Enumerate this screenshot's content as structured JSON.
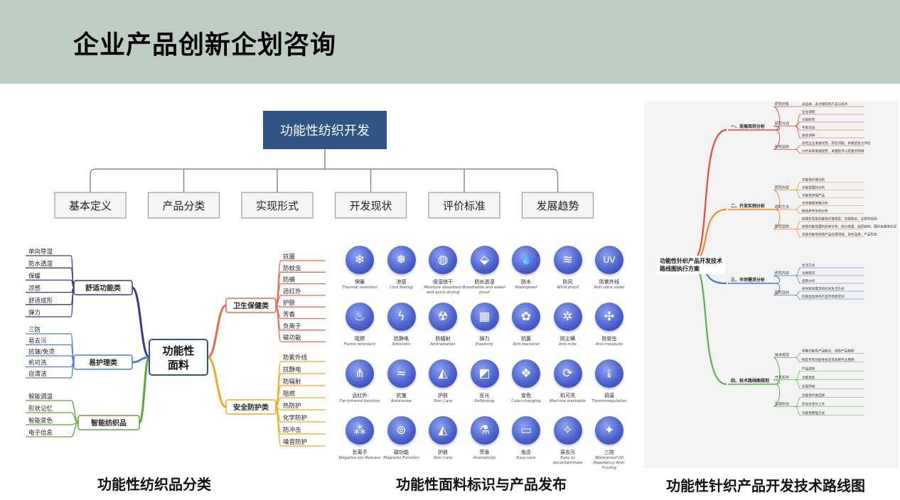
{
  "page": {
    "title": "企业产品创新企划咨询"
  },
  "org_chart": {
    "root": "功能性纺织开发",
    "children": [
      "基本定义",
      "产品分类",
      "实现形式",
      "开发现状",
      "评价标准",
      "发展趋势"
    ]
  },
  "mindmap": {
    "center": "功能性面料",
    "branches": [
      {
        "label": "舒适功能类",
        "color": "#3d3590",
        "leaves": [
          "单向导湿",
          "防水透湿",
          "保暖",
          "凉感",
          "舒适成形",
          "弹力"
        ]
      },
      {
        "label": "易护理类",
        "color": "#4a7ed8",
        "leaves": [
          "三防",
          "易去污",
          "抗皱/免烫",
          "机可洗",
          "自清洁"
        ]
      },
      {
        "label": "智能纺织品",
        "color": "#5aa63a",
        "leaves": [
          "智能调温",
          "形状记忆",
          "智能变色",
          "电子信息"
        ]
      },
      {
        "label": "卫生保健类",
        "color": "#e66a4c",
        "leaves": [
          "抗菌",
          "防蚊虫",
          "防螨",
          "远红外",
          "护肤",
          "芳香",
          "负离子",
          "磁功能"
        ]
      },
      {
        "label": "安全防护类",
        "color": "#f0a91c",
        "leaves": [
          "防紫外线",
          "抗静电",
          "防辐射",
          "阻燃",
          "热防护",
          "化学防护",
          "防冲击",
          "噪音防护"
        ]
      }
    ]
  },
  "icons": [
    {
      "cn": "保暖",
      "en": "Thermal retention",
      "icon": "snowflake-icon",
      "glyph": "❄"
    },
    {
      "cn": "凉感",
      "en": "Cool feeling",
      "icon": "cool-icon",
      "glyph": "❅"
    },
    {
      "cn": "吸湿快干",
      "en": "Moisture absorbent and quick-drying",
      "icon": "drop-dry-icon",
      "glyph": "◍"
    },
    {
      "cn": "防水透湿",
      "en": "Breathable and water-proof",
      "icon": "breathable-icon",
      "glyph": "⬙"
    },
    {
      "cn": "防水",
      "en": "Waterproof",
      "icon": "water-drop-icon",
      "glyph": "💧"
    },
    {
      "cn": "防风",
      "en": "Wind proof",
      "icon": "wind-icon",
      "glyph": "≋"
    },
    {
      "cn": "防紫外线",
      "en": "Anti-ultra violet",
      "icon": "uv-icon",
      "glyph": "UV"
    },
    {
      "cn": "阻燃",
      "en": "Flame retardant",
      "icon": "flame-icon",
      "glyph": "♨"
    },
    {
      "cn": "抗静电",
      "en": "Antistatic",
      "icon": "static-icon",
      "glyph": "ϟ"
    },
    {
      "cn": "防辐射",
      "en": "Antiradiation",
      "icon": "radiation-icon",
      "glyph": "☢"
    },
    {
      "cn": "弹力",
      "en": "Elasticity",
      "icon": "elastic-icon",
      "glyph": "▦"
    },
    {
      "cn": "抗菌",
      "en": "Anti-bacterial",
      "icon": "bacteria-icon",
      "glyph": "✿"
    },
    {
      "cn": "防尘螨",
      "en": "Anti-mite",
      "icon": "mite-icon",
      "glyph": "✲"
    },
    {
      "cn": "防蚊虫",
      "en": "Anti-mosquito",
      "icon": "mosquito-icon",
      "glyph": "✣"
    },
    {
      "cn": "远红外",
      "en": "Far-infrared function",
      "icon": "infrared-icon",
      "glyph": "⋔"
    },
    {
      "cn": "抗皱",
      "en": "Anticrease",
      "icon": "crease-icon",
      "glyph": "≈"
    },
    {
      "cn": "护肤",
      "en": "Skin Care",
      "icon": "skin-care-icon",
      "glyph": "◭"
    },
    {
      "cn": "反光",
      "en": "Reflecting",
      "icon": "reflect-icon",
      "glyph": "◩"
    },
    {
      "cn": "变色",
      "en": "Color-changing",
      "icon": "color-change-icon",
      "glyph": "❖"
    },
    {
      "cn": "机可洗",
      "en": "Machine washable",
      "icon": "washable-icon",
      "glyph": "⟳"
    },
    {
      "cn": "调温",
      "en": "Thermoregulation",
      "icon": "thermometer-icon",
      "glyph": "🌡"
    },
    {
      "cn": "负离子",
      "en": "Negative Ion Release",
      "icon": "ion-icon",
      "glyph": "⁂"
    },
    {
      "cn": "磁功能",
      "en": "Magnetic Function",
      "icon": "magnet-icon",
      "glyph": "⊚"
    },
    {
      "cn": "护肤",
      "en": "Skin Care",
      "icon": "skin-care-icon",
      "glyph": "◭"
    },
    {
      "cn": "芳香",
      "en": "Aromaticity",
      "icon": "aroma-icon",
      "glyph": "⚗"
    },
    {
      "cn": "免烫",
      "en": "Easy-care",
      "icon": "easy-care-icon",
      "glyph": "▭"
    },
    {
      "cn": "易去污",
      "en": "Easy to decontaminate",
      "icon": "decontaminate-icon",
      "glyph": "✧"
    },
    {
      "cn": "三防",
      "en": "Waterproof Oil Repellency Anti-Fouling",
      "icon": "three-proof-icon",
      "glyph": "✦"
    }
  ],
  "roadmap": {
    "root": "功能性针织产品开发技术路线图执行方案",
    "sections": [
      {
        "label": "一、发展现状分析",
        "color": "#e04b3a",
        "groups": [
          {
            "label": "研究对象",
            "items": [
              "高品质、多功能纺织产品与技术"
            ]
          },
          {
            "label": "研究方式",
            "items": [
              "企业调研",
              "文献研究",
              "专家访谈",
              "展会调研"
            ]
          },
          {
            "label": "研究目的",
            "items": [
              "总结企业发展优势，存在问题，并展望竞力评估",
              "分析未来发展趋势，关键技术以及重点领域"
            ]
          }
        ]
      },
      {
        "label": "二、开发实例分析",
        "color": "#f08a2a",
        "groups": [
          {
            "label": "研究内容",
            "items": [
              "功能性纤维分析",
              "功能性面料分析",
              "功能性终端产品"
            ]
          },
          {
            "label": "研究方法",
            "items": [
              "总体数据采集分析",
              "精选参考实例分析"
            ]
          },
          {
            "label": "研究目的",
            "items": [
              "梳理实现型功能性纤维类型、功能特点、主要供应商",
              "获取功能性面料总体分布、成分含量、组织结构、面料克重等信息",
              "总结功能性终端产品应用领域、具体品类、产品形态"
            ]
          }
        ]
      },
      {
        "label": "三、市场需求分析",
        "color": "#3a7bd5",
        "groups": [
          {
            "label": "研究内容",
            "items": [
              "生活方式",
              "消费需求",
              "品牌分析"
            ]
          },
          {
            "label": "研究目的",
            "items": [
              "探寻影响需求的时尚生活方式",
              "挖掘运动休闲产品市场新空间"
            ]
          }
        ]
      },
      {
        "label": "四、技术路线图规划",
        "color": "#5ab04a",
        "groups": [
          {
            "label": "技术规范",
            "items": [
              "明确功能性产品概念、规范产品数据",
              "制定专有功能性标签或采用专业用牌"
            ]
          },
          {
            "label": "开发实务",
            "items": [
              "产品结构",
              "功能类别",
              "应用领域"
            ]
          },
          {
            "label": "实现形式",
            "items": [
              "功能性纤维选择",
              "织造方式与工艺",
              "功能性整理方式"
            ]
          }
        ]
      }
    ]
  },
  "captions": {
    "left": "功能性纺织品分类",
    "middle": "功能性面料标识与产品发布",
    "right": "功能性针织产品开发技术路线图"
  }
}
